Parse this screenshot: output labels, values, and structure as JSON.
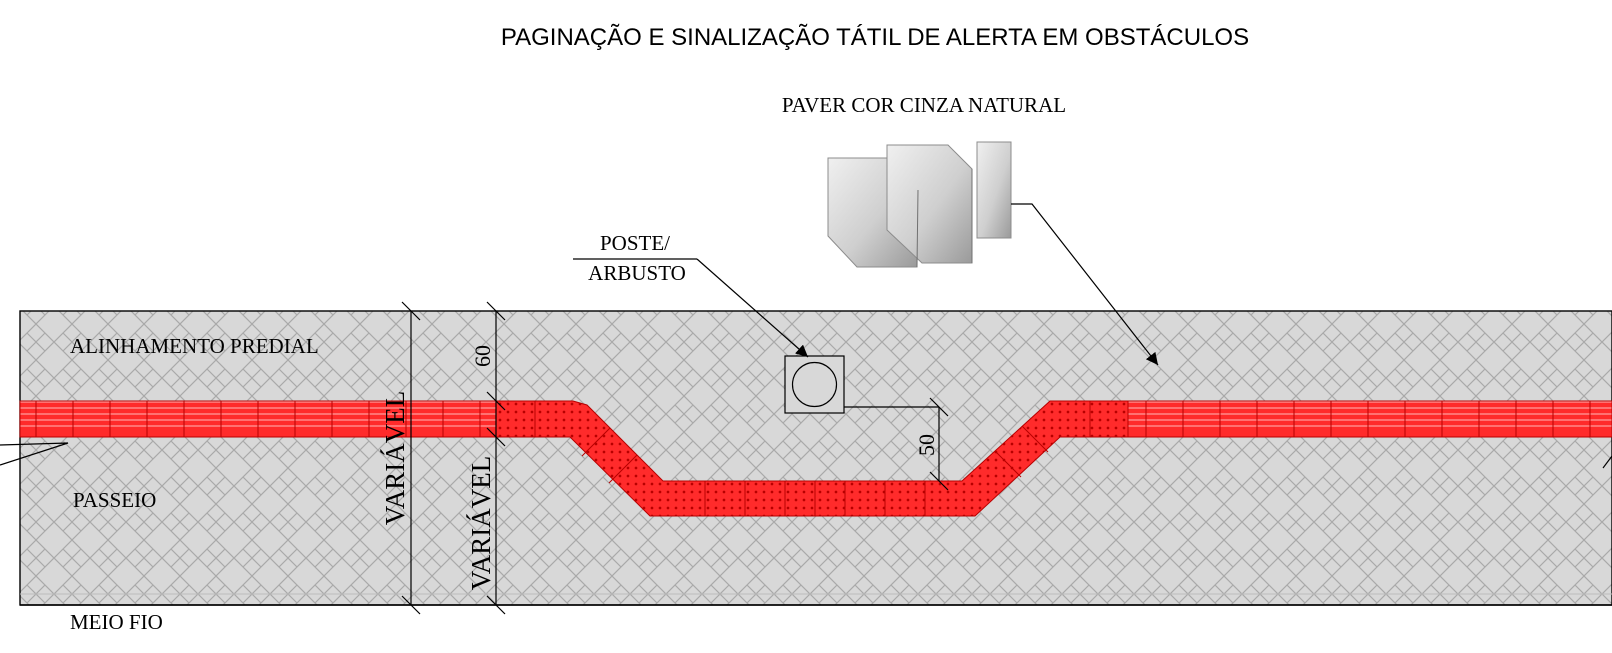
{
  "title": "PAGINAÇÃO E SINALIZAÇÃO TÁTIL DE ALERTA EM OBSTÁCULOS",
  "labels": {
    "paver": "PAVER COR CINZA NATURAL",
    "poste_line1": "POSTE/",
    "poste_line2": "ARBUSTO",
    "alinhamento": "ALINHAMENTO PREDIAL",
    "passeio": "PASSEIO",
    "meio_fio": "MEIO FIO"
  },
  "dimensions": {
    "dim_60": "60",
    "dim_50": "50",
    "variavel_full": "VARIÁVEL",
    "variavel_lower": "VARIÁVEL"
  },
  "colors": {
    "sidewalk": "#d8d8d8",
    "herringbone": "#a9a9a9",
    "tactile_red": "#ff2b2b",
    "tactile_dot": "#b80000",
    "line": "#000000"
  },
  "icons": {
    "paver_photo": "paver-blocks-icon",
    "obstacle": "pole-obstacle-icon"
  }
}
